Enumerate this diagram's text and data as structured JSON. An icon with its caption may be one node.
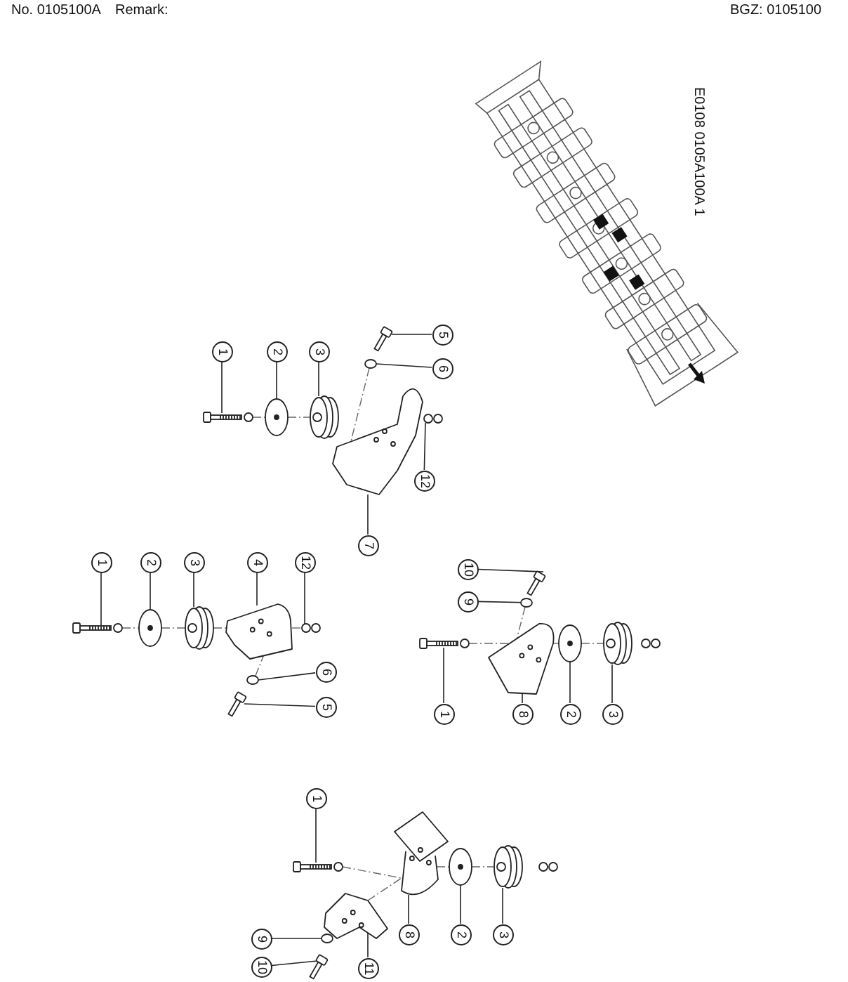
{
  "diagram": {
    "nodes": [
      {
        "text": [
          "1"
        ]
      },
      {
        "text": [
          "2"
        ]
      },
      {
        "text": [
          "3"
        ]
      },
      {
        "text": [
          "5"
        ]
      },
      {
        "text": [
          "6"
        ]
      },
      {
        "text": [
          "12"
        ]
      },
      {
        "text": [
          "7"
        ]
      },
      {
        "text": [],
        "shape": "picture"
      },
      {
        "text": [],
        "shape": "circle"
      },
      {
        "text": [],
        "shape": "cylinder"
      },
      {
        "text": [],
        "shape": "picture"
      },
      {
        "text": [],
        "shape": "circle"
      },
      {
        "text": [],
        "shape": "picture"
      },
      {
        "text": [],
        "shape": "picture"
      },
      {
        "text": [
          "1"
        ]
      },
      {
        "text": [
          "2"
        ]
      },
      {
        "text": [
          "3"
        ]
      },
      {
        "text": [
          "4"
        ]
      },
      {
        "text": [
          "12"
        ]
      },
      {
        "text": [
          "6"
        ]
      },
      {
        "text": [
          "5"
        ]
      },
      {
        "text": [],
        "shape": "picture"
      },
      {
        "text": [],
        "shape": "circle"
      },
      {
        "text": [],
        "shape": "cylinder"
      },
      {
        "text": [],
        "shape": "picture"
      },
      {
        "text": [],
        "shape": "picture"
      },
      {
        "text": [],
        "shape": "circle"
      },
      {
        "text": [],
        "shape": "picture"
      },
      {
        "text": [
          "10"
        ]
      },
      {
        "text": [
          "9"
        ]
      },
      {
        "text": [
          "1"
        ]
      },
      {
        "text": [
          "8"
        ]
      },
      {
        "text": [
          "2"
        ]
      },
      {
        "text": [
          "3"
        ]
      },
      {
        "text": [],
        "shape": "picture"
      },
      {
        "text": [],
        "shape": "circle"
      },
      {
        "text": [],
        "shape": "picture"
      },
      {
        "text": [],
        "shape": "picture"
      },
      {
        "text": [],
        "shape": "circle"
      },
      {
        "text": [],
        "shape": "cylinder"
      },
      {
        "text": [
          "1"
        ]
      },
      {
        "text": [
          "8"
        ]
      },
      {
        "text": [
          "2"
        ]
      },
      {
        "text": [
          "3"
        ]
      },
      {
        "text": [
          "11"
        ]
      },
      {
        "text": [
          "9"
        ]
      },
      {
        "text": [
          "10"
        ]
      },
      {
        "text": [],
        "shape": "picture"
      },
      {
        "text": [],
        "shape": "picture"
      },
      {
        "text": [],
        "shape": "circle"
      },
      {
        "text": [],
        "shape": "cylinder"
      },
      {
        "text": [],
        "shape": "picture"
      },
      {
        "text": [],
        "shape": "circle"
      },
      {
        "text": [],
        "shape": "picture"
      }
    ],
    "edges": [
      {
        "from": 0,
        "to": 7,
        "arrow": "none"
      },
      {
        "from": 1,
        "to": 8,
        "arrow": "none"
      },
      {
        "from": 2,
        "to": 9,
        "arrow": "none"
      },
      {
        "from": 3,
        "to": 10,
        "arrow": "none"
      },
      {
        "from": 4,
        "to": 11,
        "arrow": "none"
      },
      {
        "from": 5,
        "to": 12,
        "arrow": "none"
      },
      {
        "from": 6,
        "to": 13,
        "arrow": "none"
      },
      {
        "from": 14,
        "to": 21,
        "arrow": "none"
      },
      {
        "from": 15,
        "to": 22,
        "arrow": "none"
      },
      {
        "from": 16,
        "to": 23,
        "arrow": "none"
      },
      {
        "from": 17,
        "to": 24,
        "arrow": "none"
      },
      {
        "from": 18,
        "to": 25,
        "arrow": "none"
      },
      {
        "from": 19,
        "to": 26,
        "arrow": "none"
      },
      {
        "from": 20,
        "to": 27,
        "arrow": "none"
      },
      {
        "from": 28,
        "to": 34,
        "arrow": "none"
      },
      {
        "from": 29,
        "to": 35,
        "arrow": "none"
      },
      {
        "from": 30,
        "to": 36,
        "arrow": "none"
      },
      {
        "from": 31,
        "to": 37,
        "arrow": "none"
      },
      {
        "from": 32,
        "to": 38,
        "arrow": "none"
      },
      {
        "from": 33,
        "to": 39,
        "arrow": "none"
      },
      {
        "from": 40,
        "to": 47,
        "arrow": "none"
      },
      {
        "from": 41,
        "to": 48,
        "arrow": "none"
      },
      {
        "from": 42,
        "to": 49,
        "arrow": "none"
      },
      {
        "from": 43,
        "to": 50,
        "arrow": "none"
      },
      {
        "from": 44,
        "to": 51,
        "arrow": "none"
      },
      {
        "from": 45,
        "to": 52,
        "arrow": "none"
      },
      {
        "from": 46,
        "to": 53,
        "arrow": "none"
      },
      {
        "from": 7,
        "to": 8,
        "arrow": "none",
        "style": "dashed"
      },
      {
        "from": 8,
        "to": 9,
        "arrow": "none",
        "style": "dashed"
      },
      {
        "from": 11,
        "to": 13,
        "arrow": "none",
        "style": "dashed"
      },
      {
        "from": 21,
        "to": 22,
        "arrow": "none",
        "style": "dashed"
      },
      {
        "from": 22,
        "to": 23,
        "arrow": "none",
        "style": "dashed"
      },
      {
        "from": 23,
        "to": 24,
        "arrow": "none",
        "style": "dashed"
      },
      {
        "from": 24,
        "to": 25,
        "arrow": "none",
        "style": "dashed"
      },
      {
        "from": 26,
        "to": 24,
        "arrow": "none",
        "style": "dashed"
      },
      {
        "from": 36,
        "to": 37,
        "arrow": "none",
        "style": "dashed"
      },
      {
        "from": 37,
        "to": 38,
        "arrow": "none",
        "style": "dashed"
      },
      {
        "from": 38,
        "to": 39,
        "arrow": "none",
        "style": "dashed"
      },
      {
        "from": 35,
        "to": 37,
        "arrow": "none",
        "style": "dashed"
      },
      {
        "from": 47,
        "to": 48,
        "arrow": "none",
        "style": "dashed"
      },
      {
        "from": 48,
        "to": 49,
        "arrow": "none",
        "style": "dashed"
      },
      {
        "from": 49,
        "to": 50,
        "arrow": "none",
        "style": "dashed"
      },
      {
        "from": 51,
        "to": 48,
        "arrow": "none",
        "style": "dashed"
      }
    ],
    "labels": [
      "No. 0105100A",
      "Remark:",
      "BGZ: 0105100",
      "E0108 0105A100A 1"
    ]
  }
}
